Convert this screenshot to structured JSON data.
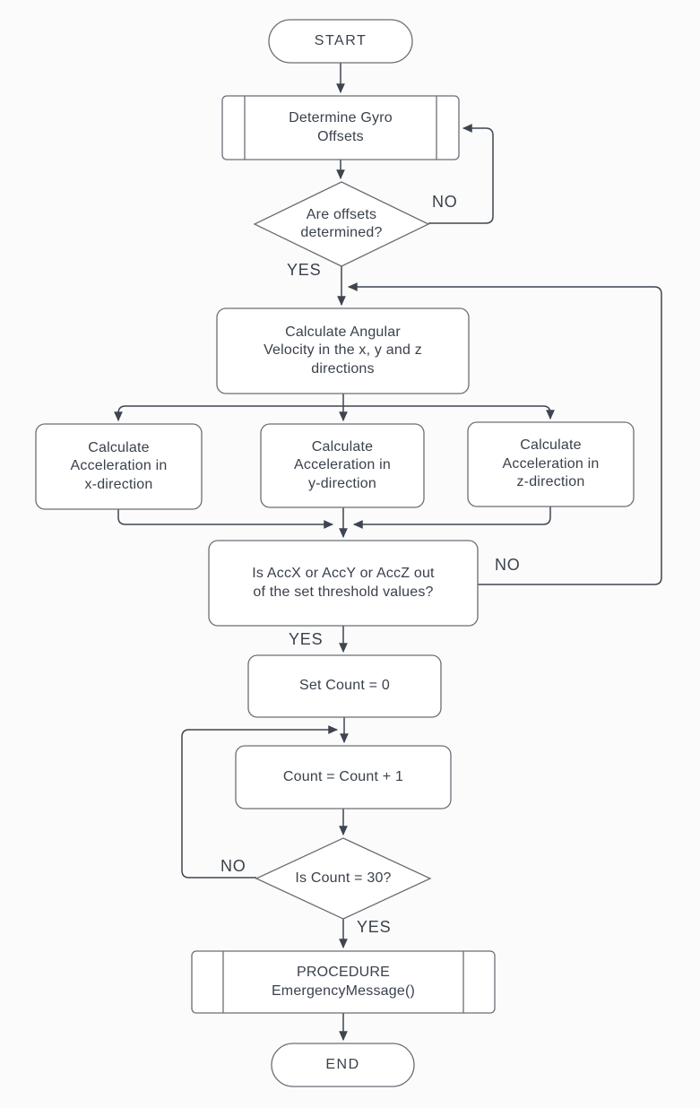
{
  "diagram": {
    "type": "flowchart",
    "colors": {
      "background": "#fbfbfb",
      "shape_fill": "#ffffff",
      "shape_stroke": "#696e76",
      "connector": "#3e4550",
      "text": "#3a414c"
    },
    "nodes": {
      "start": {
        "shape": "terminator",
        "label": "START"
      },
      "determine_gyro": {
        "shape": "predefined-process",
        "label": "Determine Gyro\nOffsets"
      },
      "offsets_decision": {
        "shape": "decision",
        "label": "Are offsets\ndetermined?"
      },
      "calc_angular": {
        "shape": "process",
        "label": "Calculate Angular\nVelocity in the x, y and z\ndirections"
      },
      "calc_accel_x": {
        "shape": "process",
        "label": "Calculate\nAcceleration in\nx-direction"
      },
      "calc_accel_y": {
        "shape": "process",
        "label": "Calculate\nAcceleration in\ny-direction"
      },
      "calc_accel_z": {
        "shape": "process",
        "label": "Calculate\nAcceleration in\nz-direction"
      },
      "threshold_check": {
        "shape": "process",
        "label": "Is AccX or AccY or AccZ out\nof the set threshold values?"
      },
      "set_count": {
        "shape": "process",
        "label": "Set Count = 0"
      },
      "increment_count": {
        "shape": "process",
        "label": "Count = Count + 1"
      },
      "count_decision": {
        "shape": "decision",
        "label": "Is Count = 30?"
      },
      "emergency_procedure": {
        "shape": "predefined-process",
        "label": "PROCEDURE\nEmergencyMessage()"
      },
      "end": {
        "shape": "terminator",
        "label": "END"
      }
    },
    "edge_labels": {
      "offsets_no": "NO",
      "offsets_yes": "YES",
      "threshold_no": "NO",
      "threshold_yes": "YES",
      "count_no": "NO",
      "count_yes": "YES"
    }
  }
}
